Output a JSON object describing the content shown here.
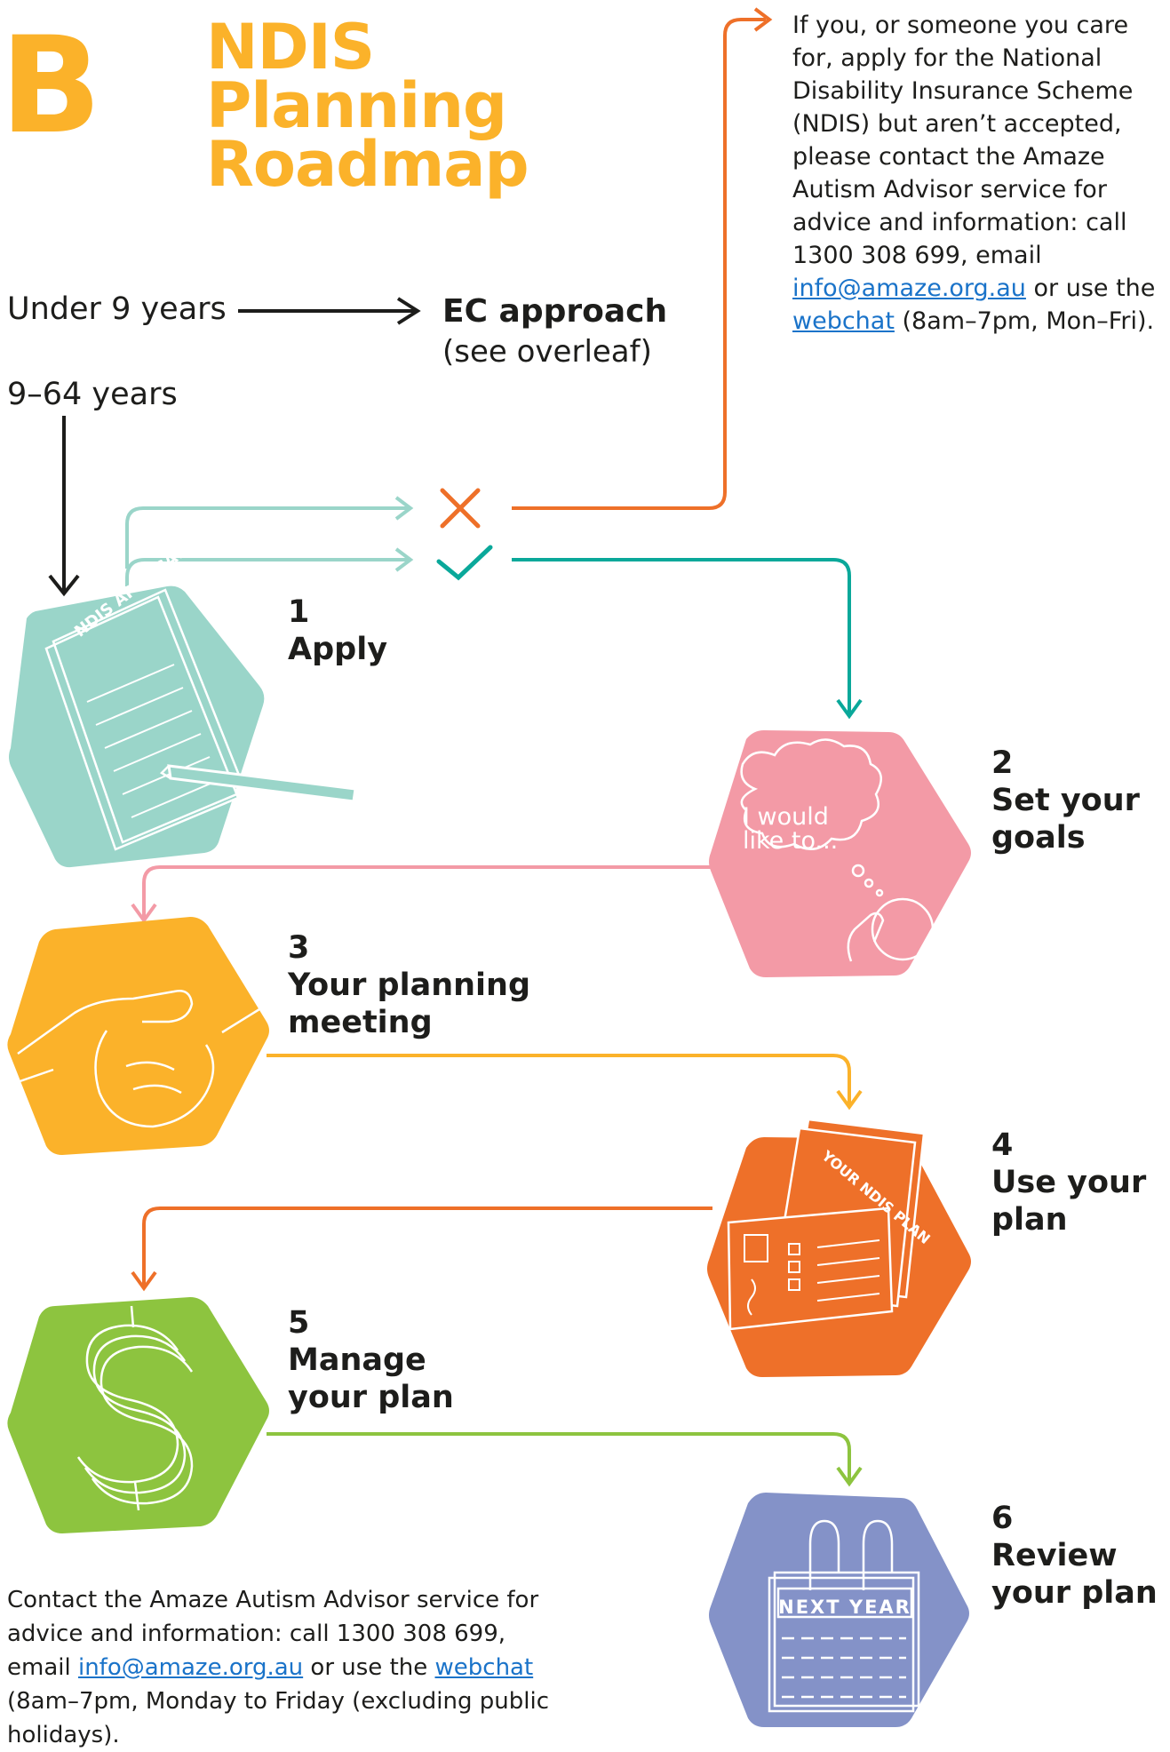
{
  "header": {
    "letter": "B",
    "title_lines": [
      "NDIS",
      "Planning",
      "Roadmap"
    ]
  },
  "ages": {
    "under": "Under 9 years",
    "range": "9–64 years"
  },
  "ec": {
    "title": "EC approach",
    "subtitle": "(see overleaf)"
  },
  "rejected_note": {
    "text": "If you, or someone you care for, apply for the National Disability Insurance Scheme (NDIS) but aren’t accepted, please contact the Amaze Autism Advisor service for advice and information: call 1300 308 699, email ",
    "email": "info@amaze.org.au",
    "middle": " or use the ",
    "webchat": "webchat",
    "end": " (8am–7pm, Mon–Fri)."
  },
  "steps": [
    {
      "number": "1",
      "lines": [
        "Apply"
      ]
    },
    {
      "number": "2",
      "lines": [
        "Set your",
        "goals"
      ]
    },
    {
      "number": "3",
      "lines": [
        "Your planning",
        "meeting"
      ]
    },
    {
      "number": "4",
      "lines": [
        "Use your",
        "plan"
      ]
    },
    {
      "number": "5",
      "lines": [
        "Manage",
        "your plan"
      ]
    },
    {
      "number": "6",
      "lines": [
        "Review",
        "your plan"
      ]
    }
  ],
  "illustrations": {
    "application_text": "NDIS APPLICATION",
    "thought_text": "I would like to...",
    "plan_text": "YOUR NDIS PLAN",
    "calendar_text": "NEXT YEAR"
  },
  "contact": {
    "text": "Contact the Amaze Autism Advisor service for advice and information: call 1300 308 699, email ",
    "email": "info@amaze.org.au",
    "middle": " or use the ",
    "webchat": "webchat",
    "end": " (8am–7pm, Monday to Friday (excluding public holidays)."
  },
  "colors": {
    "yellow": "#fbb22a",
    "teal": "#0aa89a",
    "mint": "#9ad5c9",
    "orange": "#ee7029",
    "pink": "#f39aa6",
    "green": "#8dc43f",
    "purple": "#8492c8",
    "link": "#1a73c9"
  },
  "icons": [
    "cross-icon",
    "check-icon",
    "arrow-icon"
  ]
}
